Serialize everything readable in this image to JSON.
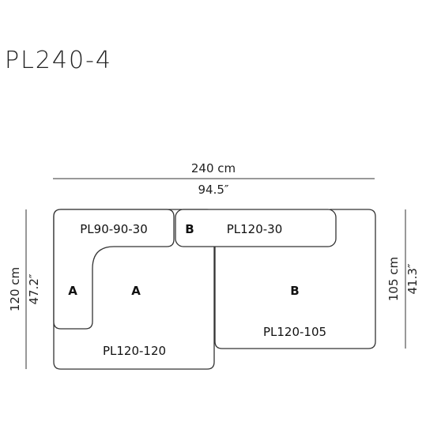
{
  "title": "PL240-4",
  "dimensions": {
    "width_cm": "240 cm",
    "width_in": "94.5″",
    "left_cm": "120 cm",
    "left_in": "47.2″",
    "right_cm": "105 cm",
    "right_in": "41.3″"
  },
  "modules": {
    "top_left": "PL90-90-30",
    "top_right_letter": "B",
    "top_right": "PL120-30",
    "left_arm_letter": "A",
    "left_seat_letter": "A",
    "left_seat": "PL120-120",
    "right_seat_letter": "B",
    "right_seat": "PL120-105"
  }
}
